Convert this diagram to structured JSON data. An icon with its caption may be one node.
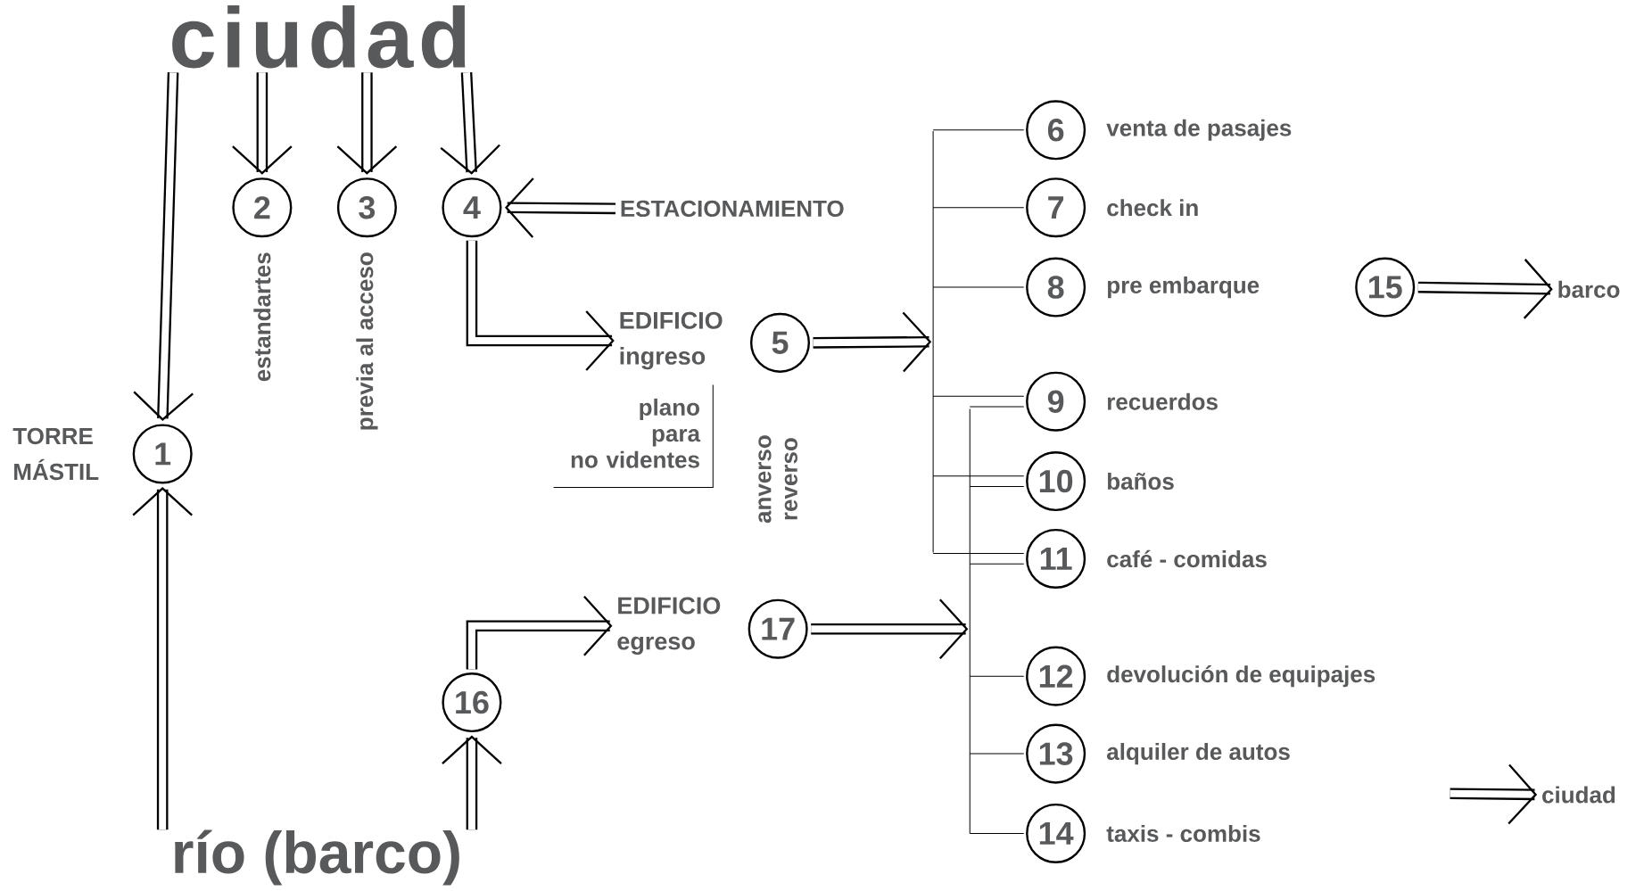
{
  "diagram": {
    "nodes": [
      {
        "text": [
          "ciudad"
        ]
      },
      {
        "text": [
          "1"
        ],
        "beside": [
          "TORRE MÁSTIL"
        ]
      },
      {
        "text": [
          "2"
        ],
        "beside": [
          "estandartes"
        ]
      },
      {
        "text": [
          "3"
        ],
        "beside": [
          "previa al acceso"
        ]
      },
      {
        "text": [
          "4"
        ]
      },
      {
        "text": [
          "ESTACIONAMIENTO"
        ]
      },
      {
        "text": [
          "EDIFICIO ingreso"
        ]
      },
      {
        "text": [
          "5"
        ]
      },
      {
        "text": [],
        "shape": "bar"
      },
      {
        "text": [
          "6"
        ],
        "beside": [
          "venta de pasajes"
        ]
      },
      {
        "text": [
          "7"
        ],
        "beside": [
          "check in"
        ]
      },
      {
        "text": [
          "8"
        ],
        "beside": [
          "pre embarque"
        ]
      },
      {
        "text": [
          "15"
        ]
      },
      {
        "text": [
          "barco"
        ]
      },
      {
        "text": [
          "9"
        ],
        "beside": [
          "recuerdos"
        ]
      },
      {
        "text": [
          "10"
        ],
        "beside": [
          "baños"
        ]
      },
      {
        "text": [
          "11"
        ],
        "beside": [
          "café - comidas"
        ]
      },
      {
        "text": [
          "EDIFICIO egreso"
        ]
      },
      {
        "text": [
          "17"
        ]
      },
      {
        "text": [],
        "shape": "bar"
      },
      {
        "text": [
          "16"
        ]
      },
      {
        "text": [
          "12"
        ],
        "beside": [
          "devolución de equipajes"
        ]
      },
      {
        "text": [
          "13"
        ],
        "beside": [
          "alquiler de autos"
        ]
      },
      {
        "text": [
          "14"
        ],
        "beside": [
          "taxis - combis"
        ]
      },
      {
        "text": [
          "ciudad"
        ]
      },
      {
        "text": [
          "río (barco)"
        ]
      }
    ],
    "edges": [
      {
        "from": 0,
        "to": 1,
        "arrow": "to"
      },
      {
        "from": 0,
        "to": 2,
        "arrow": "to"
      },
      {
        "from": 0,
        "to": 3,
        "arrow": "to"
      },
      {
        "from": 0,
        "to": 4,
        "arrow": "to"
      },
      {
        "from": 5,
        "to": 4,
        "arrow": "to"
      },
      {
        "from": 4,
        "to": 6,
        "arrow": "to"
      },
      {
        "from": 7,
        "to": 8,
        "arrow": "to"
      },
      {
        "from": 8,
        "to": 9,
        "arrow": "none"
      },
      {
        "from": 8,
        "to": 10,
        "arrow": "none"
      },
      {
        "from": 8,
        "to": 11,
        "arrow": "none"
      },
      {
        "from": 8,
        "to": 14,
        "arrow": "none"
      },
      {
        "from": 8,
        "to": 15,
        "arrow": "none"
      },
      {
        "from": 8,
        "to": 16,
        "arrow": "none"
      },
      {
        "from": 12,
        "to": 13,
        "arrow": "to"
      },
      {
        "from": 18,
        "to": 19,
        "arrow": "to"
      },
      {
        "from": 19,
        "to": 14,
        "arrow": "none"
      },
      {
        "from": 19,
        "to": 15,
        "arrow": "none"
      },
      {
        "from": 19,
        "to": 16,
        "arrow": "none"
      },
      {
        "from": 19,
        "to": 21,
        "arrow": "none"
      },
      {
        "from": 19,
        "to": 22,
        "arrow": "none"
      },
      {
        "from": 19,
        "to": 23,
        "arrow": "none"
      },
      {
        "from": 25,
        "to": 1,
        "arrow": "to"
      },
      {
        "from": 25,
        "to": 20,
        "arrow": "to"
      },
      {
        "from": 20,
        "to": 17,
        "arrow": "to"
      },
      {
        "from": null,
        "to": 24,
        "arrow": "to"
      }
    ],
    "labels": [
      "plano para no videntes",
      "anverso reverso"
    ]
  }
}
